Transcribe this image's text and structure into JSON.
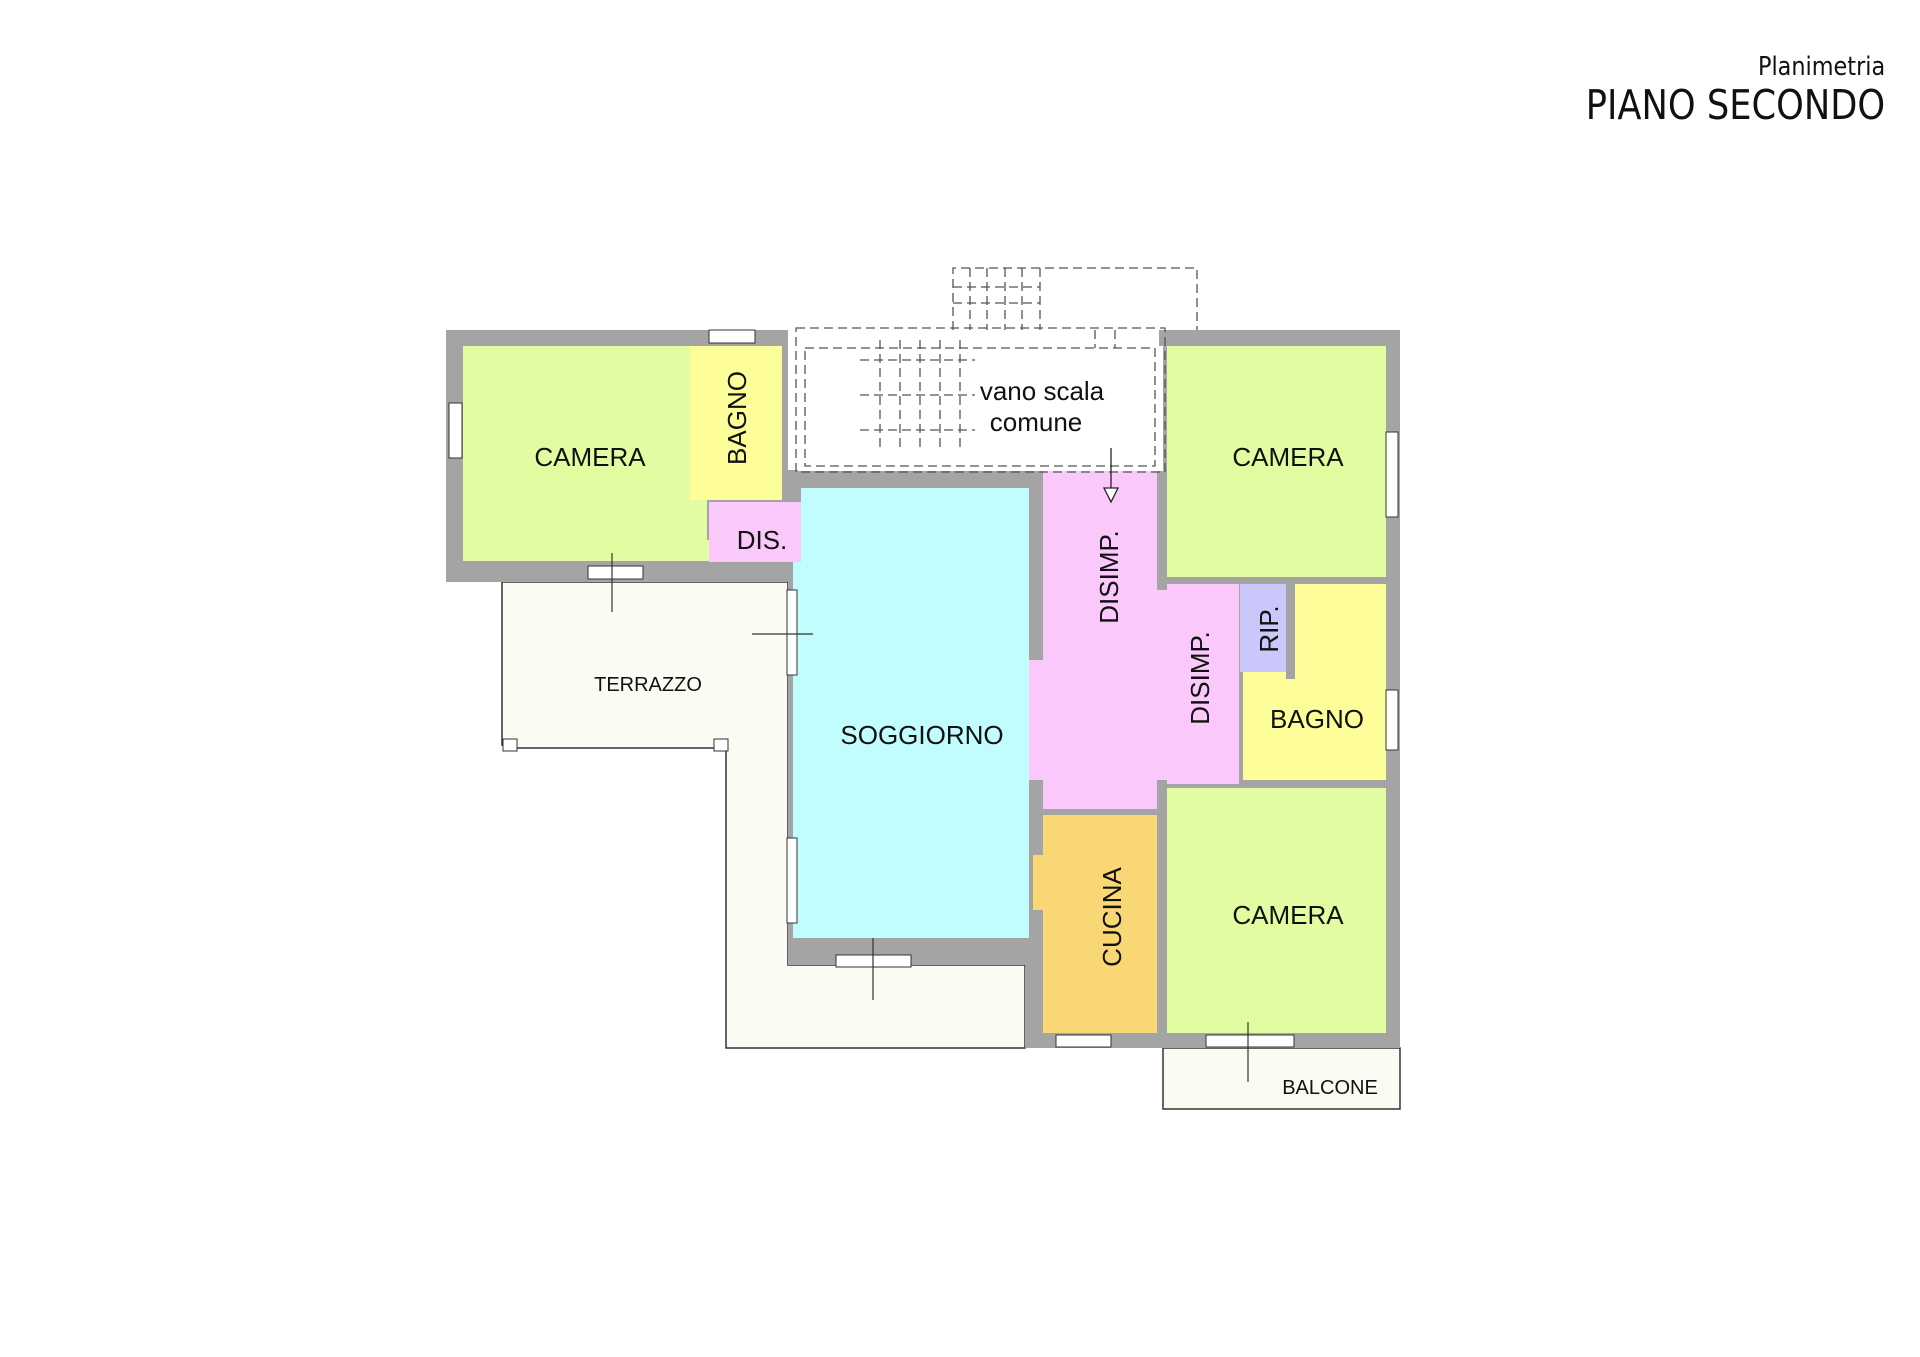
{
  "header": {
    "subtitle": "Planimetria",
    "title": "PIANO SECONDO"
  },
  "colors": {
    "wall": "#a4a4a4",
    "camera": "#e2fca2",
    "bagno": "#fdfd9a",
    "disimpegno": "#fbc8fb",
    "soggiorno": "#c1fdfd",
    "cucina": "#f8d774",
    "ripostiglio": "#cac8fb",
    "esterno": "#fbfbf4"
  },
  "rooms": {
    "camera_nw": "CAMERA",
    "bagno_n": "BAGNO",
    "dis": "DIS.",
    "vano_scala_1": "vano scala",
    "vano_scala_2": "comune",
    "camera_ne": "CAMERA",
    "disimp_1": "DISIMP.",
    "disimp_2": "DISIMP.",
    "rip": "RIP.",
    "bagno_e": "BAGNO",
    "terrazzo": "TERRAZZO",
    "soggiorno": "SOGGIORNO",
    "cucina": "CUCINA",
    "camera_se": "CAMERA",
    "balcone": "BALCONE"
  }
}
